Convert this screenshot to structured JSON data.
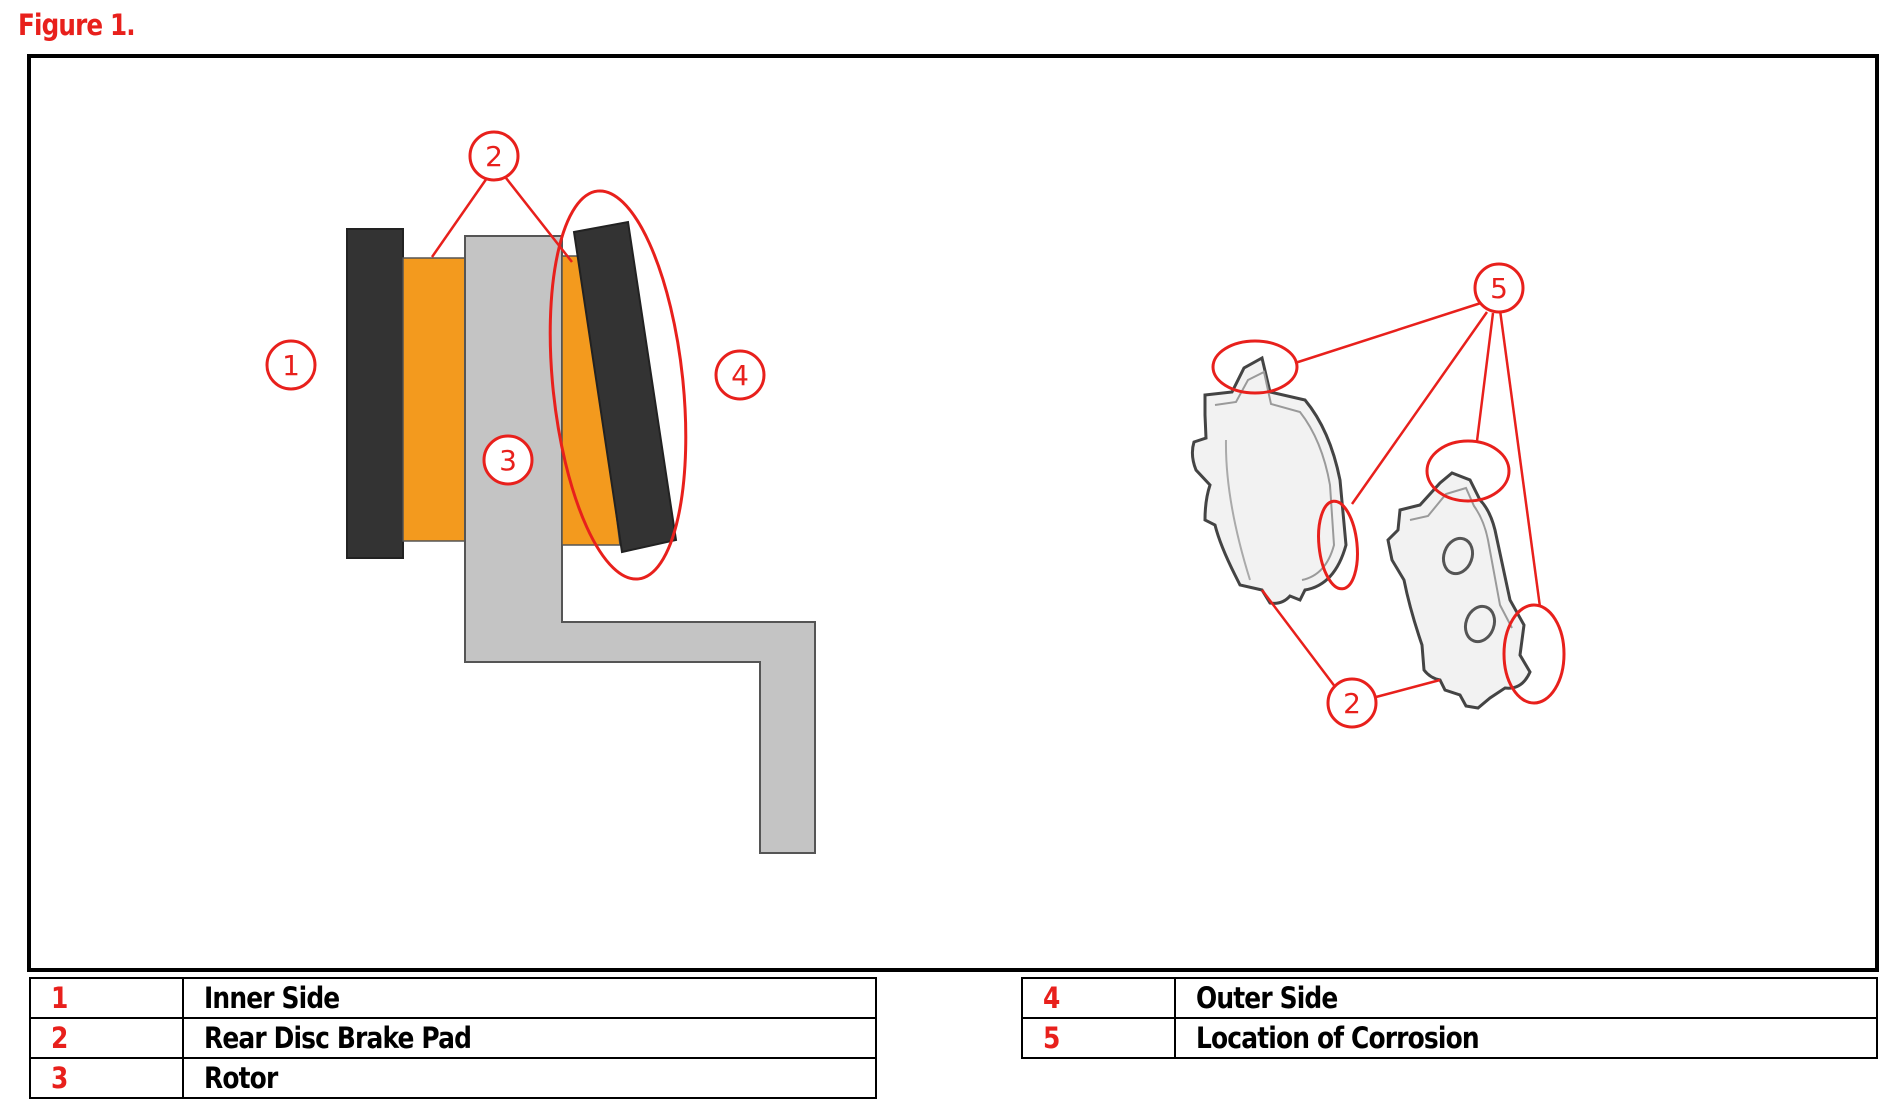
{
  "figure_title": "Figure 1.",
  "colors": {
    "accent_red": "#e8201c",
    "pad_orange": "#f39a1e",
    "backing_plate": "#333333",
    "rotor_gray": "#c4c4c4",
    "outline": "#000000"
  },
  "callouts": {
    "c1": "1",
    "c2_top": "2",
    "c3": "3",
    "c4": "4",
    "c5": "5",
    "c2_bottom": "2"
  },
  "legend_left": [
    {
      "num": "1",
      "label": "Inner Side"
    },
    {
      "num": "2",
      "label": "Rear Disc Brake Pad"
    },
    {
      "num": "3",
      "label": "Rotor"
    }
  ],
  "legend_right": [
    {
      "num": "4",
      "label": "Outer Side"
    },
    {
      "num": "5",
      "label": "Location of Corrosion"
    }
  ]
}
